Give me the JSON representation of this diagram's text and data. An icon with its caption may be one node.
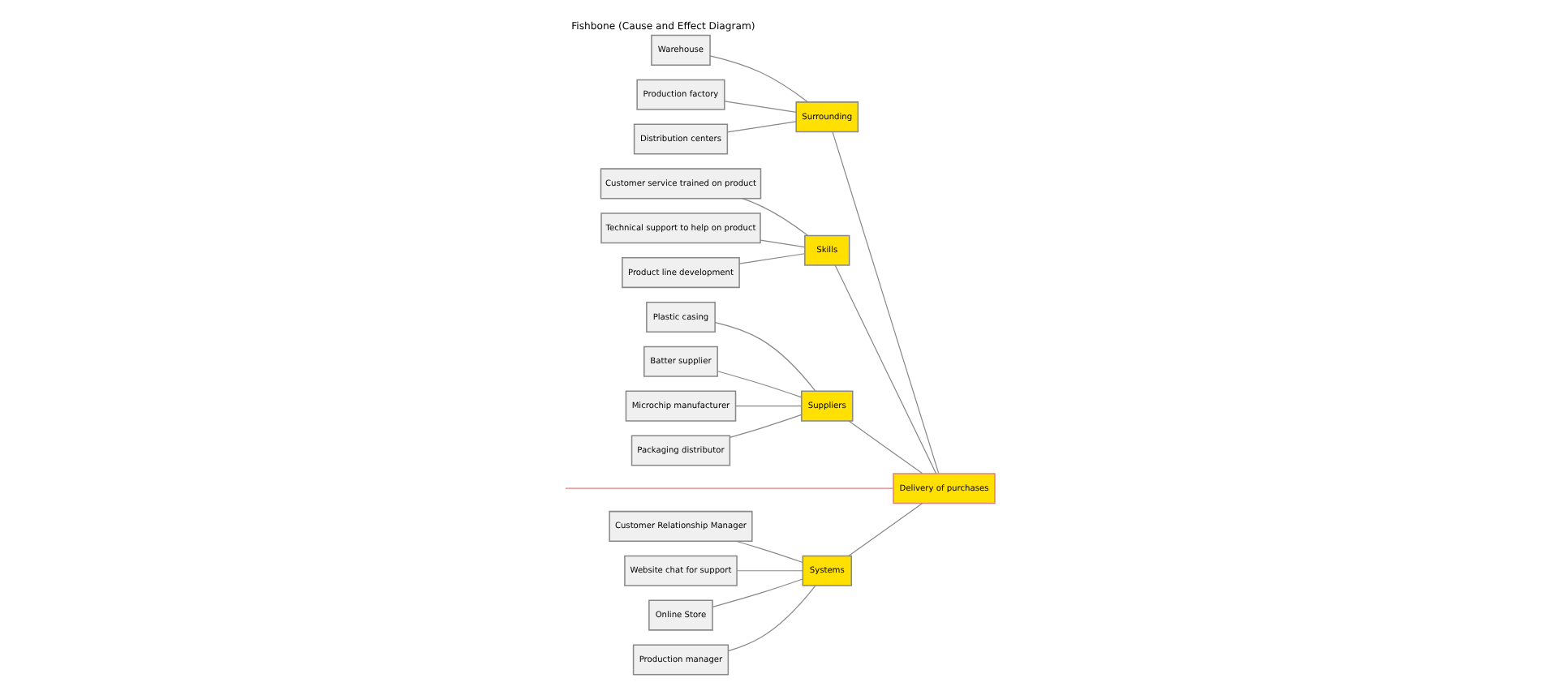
{
  "diagram": {
    "title": "Fishbone (Cause and Effect Diagram)",
    "nodes": [
      {
        "text": [
          "Systems"
        ]
      },
      {
        "text": [
          "Surrounding"
        ]
      },
      {
        "text": [
          "Customer Relationship Manager"
        ]
      },
      {
        "text": [
          "Website chat for support"
        ]
      },
      {
        "text": [
          "Warehouse"
        ]
      },
      {
        "text": [
          "Online Store"
        ]
      },
      {
        "text": [
          "Production manager"
        ]
      },
      {
        "text": [
          "Production factory"
        ]
      },
      {
        "text": [
          "Distribution centers"
        ]
      },
      {
        "text": [
          "Delivery of purchases"
        ]
      },
      {
        "text": [
          "Customer service trained on product"
        ]
      },
      {
        "text": [
          "Technical support to help on product"
        ]
      },
      {
        "text": [
          "Plastic casing"
        ]
      },
      {
        "text": [
          "Batter supplier"
        ]
      },
      {
        "text": [
          "Product line development"
        ]
      },
      {
        "text": [
          "Microchip manufacturer"
        ]
      },
      {
        "text": [
          "Packaging distributor"
        ]
      },
      {
        "text": [
          "Skills"
        ]
      },
      {
        "text": [
          "Suppliers"
        ]
      }
    ],
    "edges": [
      {
        "from": 2,
        "to": 0,
        "arrow": "none"
      },
      {
        "from": 3,
        "to": 0,
        "arrow": "none"
      },
      {
        "from": 5,
        "to": 0,
        "arrow": "none"
      },
      {
        "from": 6,
        "to": 0,
        "arrow": "none"
      },
      {
        "from": 4,
        "to": 1,
        "arrow": "none"
      },
      {
        "from": 7,
        "to": 1,
        "arrow": "none"
      },
      {
        "from": 8,
        "to": 1,
        "arrow": "none"
      },
      {
        "from": 10,
        "to": 17,
        "arrow": "none"
      },
      {
        "from": 11,
        "to": 17,
        "arrow": "none"
      },
      {
        "from": 14,
        "to": 17,
        "arrow": "none"
      },
      {
        "from": 12,
        "to": 18,
        "arrow": "none"
      },
      {
        "from": 13,
        "to": 18,
        "arrow": "none"
      },
      {
        "from": 15,
        "to": 18,
        "arrow": "none"
      },
      {
        "from": 16,
        "to": 18,
        "arrow": "none"
      },
      {
        "from": 0,
        "to": 9,
        "arrow": "none"
      },
      {
        "from": 1,
        "to": 9,
        "arrow": "none"
      },
      {
        "from": 17,
        "to": 9,
        "arrow": "none"
      },
      {
        "from": 18,
        "to": 9,
        "arrow": "none"
      },
      {
        "from": null,
        "to": 9,
        "arrow": "none",
        "color": "#e08080"
      }
    ]
  }
}
